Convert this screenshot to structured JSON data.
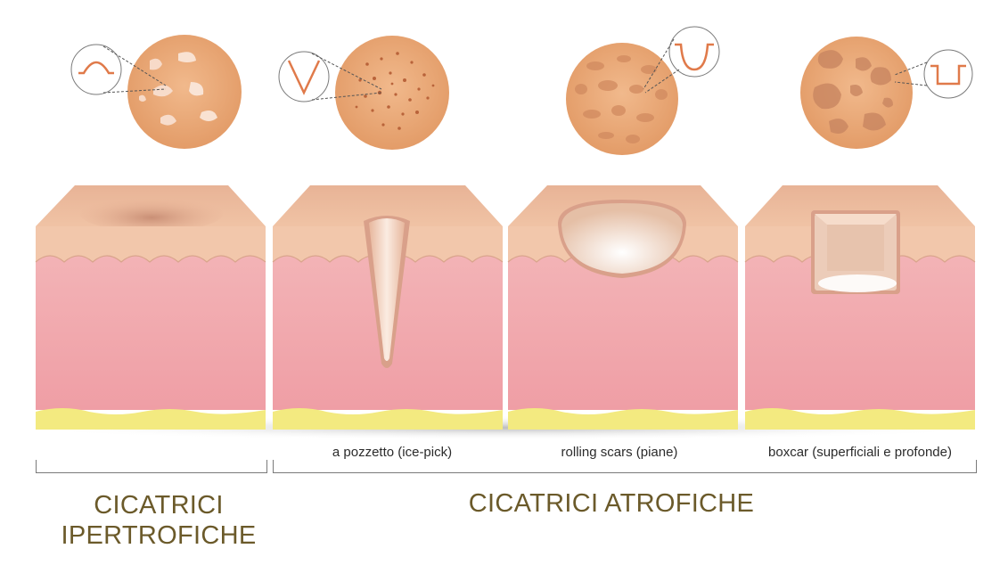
{
  "labels": {
    "ice_pick": "a pozzetto (ice-pick)",
    "rolling": "rolling scars (piane)",
    "boxcar": "boxcar (superficiali e profonde)"
  },
  "categories": {
    "hypertrophic_line1": "CICATRICI",
    "hypertrophic_line2": "IPERTROFICHE",
    "atrophic": "CICATRICI ATROFICHE"
  },
  "colors": {
    "skin_top": "#f0c3a2",
    "skin_front": "#f2c7ab",
    "dermis": "#f2a5ac",
    "fat": "#f3ea80",
    "circle": "#e8a877",
    "label_gold": "#6b5a2a"
  }
}
